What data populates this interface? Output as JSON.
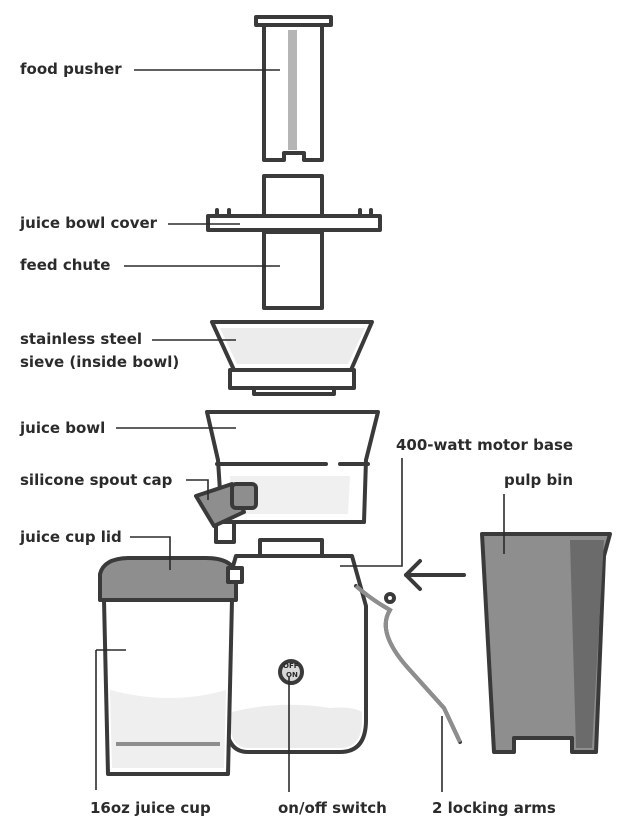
{
  "labels": {
    "food_pusher": "food pusher",
    "juice_bowl_cover": "juice bowl cover",
    "feed_chute": "feed chute",
    "sieve_line1": "stainless steel",
    "sieve_line2": "sieve (inside bowl)",
    "juice_bowl": "juice bowl",
    "spout_cap": "silicone spout cap",
    "cup_lid": "juice cup lid",
    "motor_base": "400-watt motor base",
    "pulp_bin": "pulp bin",
    "juice_cup": "16oz juice cup",
    "switch": "on/off switch",
    "locking_arms": "2 locking arms"
  },
  "switch_text": {
    "off": "OFF",
    "on": "ON"
  },
  "colors": {
    "outline": "#3a3a3a",
    "fill_light": "#ffffff",
    "fill_gray": "#8e8e8e",
    "fill_dark_gray": "#6b6b6b",
    "liquid": "#ebebeb",
    "label_text": "#2b2b2b"
  }
}
